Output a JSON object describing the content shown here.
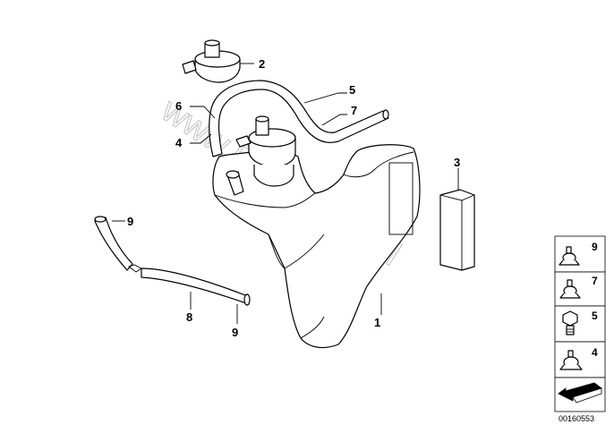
{
  "watermark": "www.BMWstore.pl",
  "diagram_id": "00160553",
  "callouts": {
    "c1": "1",
    "c2": "2",
    "c3": "3",
    "c4": "4",
    "c5": "5",
    "c6": "6",
    "c7": "7",
    "c8": "8",
    "c9a": "9",
    "c9b": "9"
  },
  "legend": {
    "items": [
      {
        "number": "9",
        "icon": "hose-clamp-icon"
      },
      {
        "number": "7",
        "icon": "hose-clamp-icon"
      },
      {
        "number": "5",
        "icon": "hex-bolt-icon"
      },
      {
        "number": "4",
        "icon": "hose-clamp-icon"
      },
      {
        "number": "",
        "icon": "direction-arrow-icon"
      }
    ]
  }
}
